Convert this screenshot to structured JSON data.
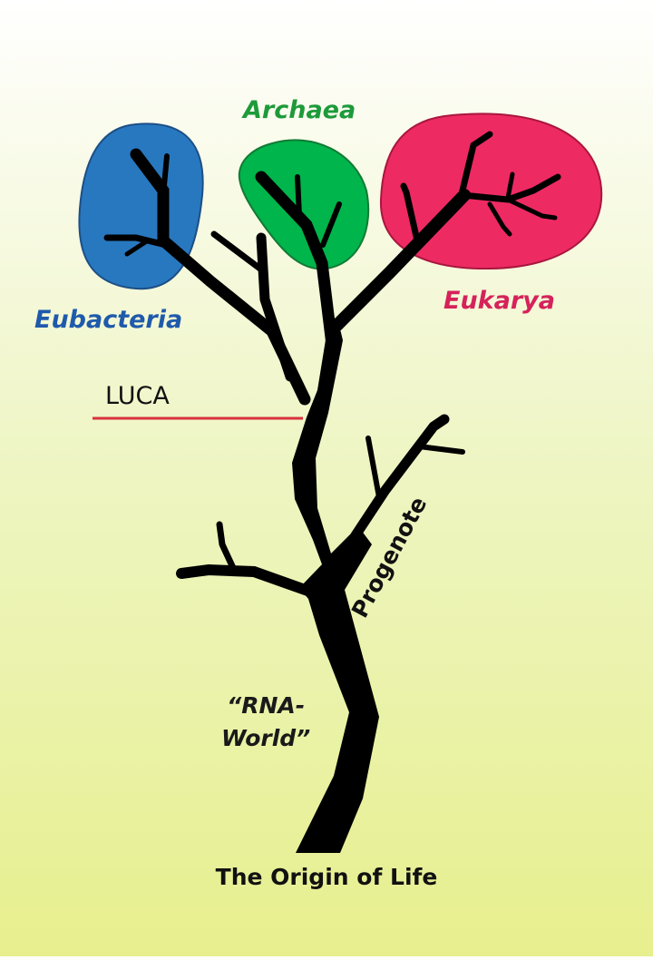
{
  "diagram": {
    "title": "The Origin of Life",
    "domains": [
      {
        "id": "eubacteria",
        "label": "Eubacteria",
        "color": "#2878c0",
        "label_color": "#1f5aab"
      },
      {
        "id": "archaea",
        "label": "Archaea",
        "color": "#00b54b",
        "label_color": "#1d9a3a"
      },
      {
        "id": "eukarya",
        "label": "Eukarya",
        "color": "#ee2a63",
        "label_color": "#d6225a"
      }
    ],
    "luca": {
      "label": "LUCA",
      "line_color": "#d9323c"
    },
    "progenote": {
      "label": "Progenote"
    },
    "rna_world": {
      "line1": "“RNA-",
      "line2": "World”"
    },
    "tree_color": "#000000"
  }
}
